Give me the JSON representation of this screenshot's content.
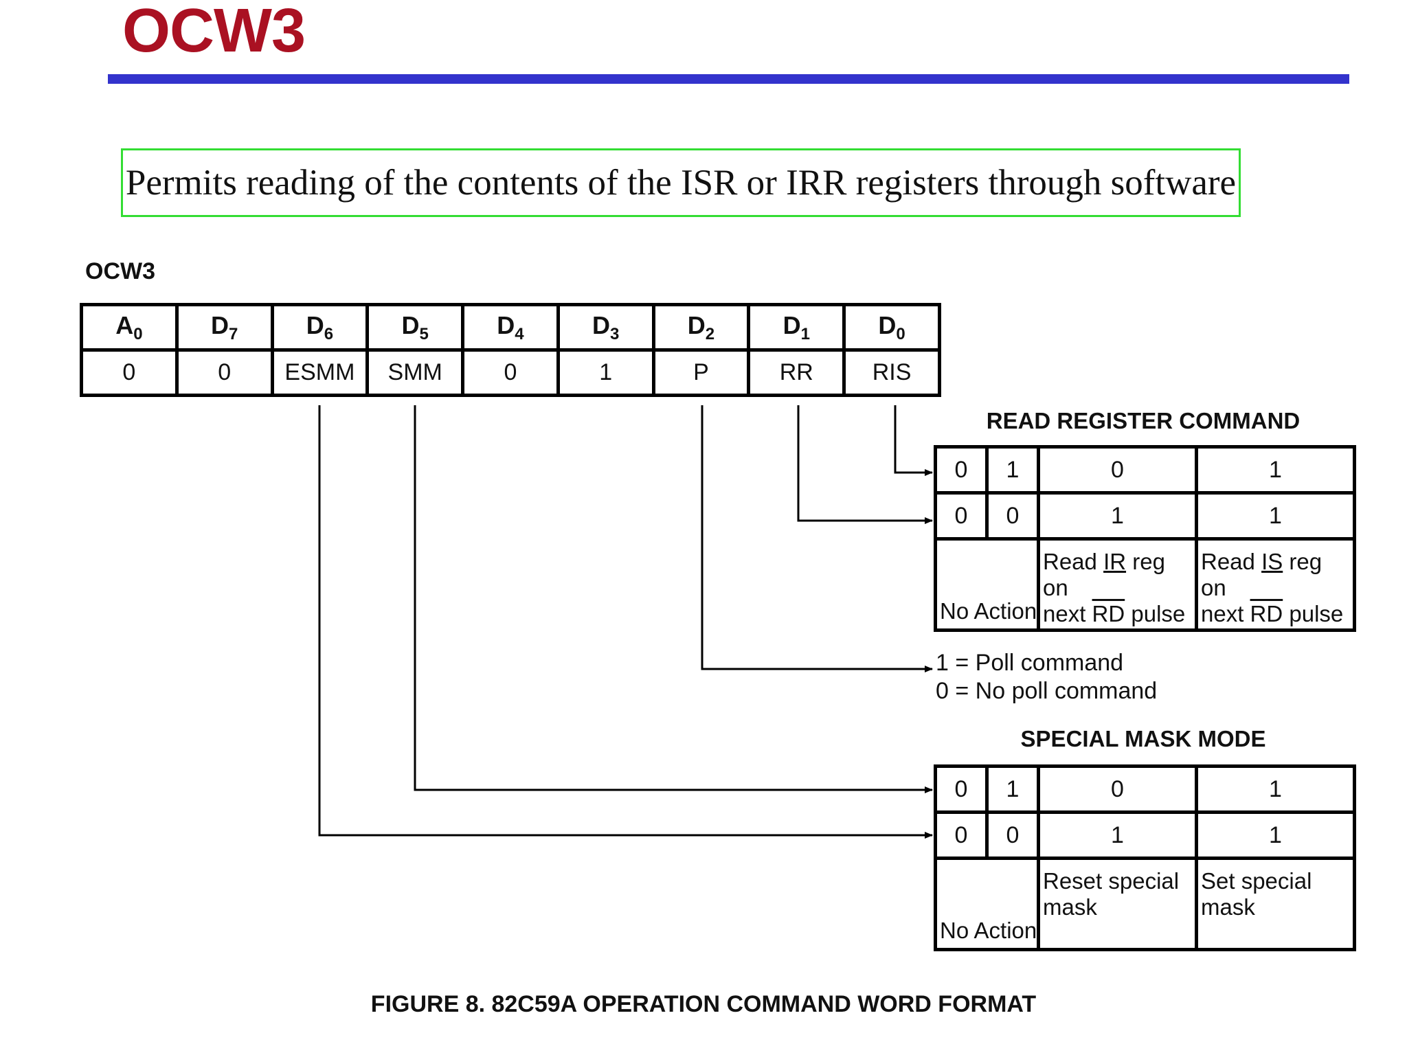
{
  "slide": {
    "title": "OCW3",
    "subtitle": "Permits reading of the contents of the ISR or IRR registers through software",
    "title_color": "#aa1122",
    "rule_color": "#3333cc"
  },
  "register": {
    "label": "OCW3",
    "headers": [
      {
        "base": "A",
        "sub": "0"
      },
      {
        "base": "D",
        "sub": "7"
      },
      {
        "base": "D",
        "sub": "6"
      },
      {
        "base": "D",
        "sub": "5"
      },
      {
        "base": "D",
        "sub": "4"
      },
      {
        "base": "D",
        "sub": "3"
      },
      {
        "base": "D",
        "sub": "2"
      },
      {
        "base": "D",
        "sub": "1"
      },
      {
        "base": "D",
        "sub": "0"
      }
    ],
    "values": [
      "0",
      "0",
      "ESMM",
      "SMM",
      "0",
      "1",
      "P",
      "RR",
      "RIS"
    ]
  },
  "read_register": {
    "heading": "READ REGISTER COMMAND",
    "rows": [
      [
        "0",
        "1",
        "0",
        "1"
      ],
      [
        "0",
        "0",
        "1",
        "1"
      ]
    ],
    "no_action": "No Action",
    "col3_line1_a": "Read ",
    "col3_line1_u": "IR",
    "col3_line1_b": " reg on",
    "col3_line2_a": "next ",
    "col3_line2_u": "RD",
    "col3_line2_b": " pulse",
    "col4_line1_a": "Read ",
    "col4_line1_u": "IS",
    "col4_line1_b": " reg on",
    "col4_line2_a": "next ",
    "col4_line2_u": "RD",
    "col4_line2_b": " pulse"
  },
  "poll": {
    "line1": "1 = Poll command",
    "line2": "0 = No poll command"
  },
  "special_mask": {
    "heading": "SPECIAL MASK MODE",
    "rows": [
      [
        "0",
        "1",
        "0",
        "1"
      ],
      [
        "0",
        "0",
        "1",
        "1"
      ]
    ],
    "no_action": "No Action",
    "col3_line1": "Reset special",
    "col3_line2": "mask",
    "col4_line1": "Set special",
    "col4_line2": "mask"
  },
  "caption": "FIGURE 8.  82C59A OPERATION COMMAND WORD FORMAT"
}
